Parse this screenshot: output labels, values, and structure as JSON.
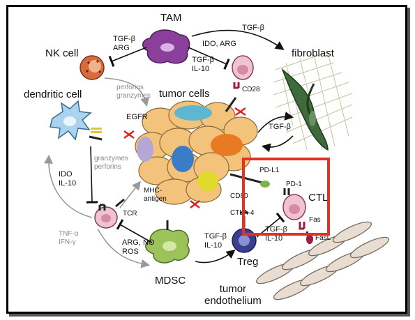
{
  "cells": {
    "tam": "TAM",
    "nk_cell": "NK cell",
    "dendritic_cell": "dendritic cell",
    "tumor_cells": "tumor cells",
    "fibroblast": "fibroblast",
    "ctl": "CTL",
    "treg": "Treg",
    "mdsc": "MDSC",
    "tumor_endothelium": "tumor\nendothelium"
  },
  "molecules": {
    "tgf_arg": "TGF-β\nARG",
    "tgf_top": "TGF-β",
    "ido_arg": "IDO, ARG",
    "tgf_il10_tam": "TGF-β\nIL-10",
    "cd28": "CD28",
    "perforins_granzymes": "perforins\ngranzymes",
    "egfr": "EGFR",
    "tgf_fibro": "TGF-β",
    "granzymes_perforins": "granzymes\nperforins",
    "ido_il10": "IDO\nIL-10",
    "mhc_antigen": "MHC-\nantigen",
    "tcr": "TCR",
    "pd_l1": "PD-L1",
    "pd_1": "PD-1",
    "cd80": "CD80",
    "ctla4": "CTLA-4",
    "fas": "Fas",
    "fasl": "FasL",
    "tnf_ifn": "TNF-α\nIFN-γ",
    "arg_no_ros": "ARG, NO\nROS",
    "tgf_il10_treg": "TGF-β\nIL-10",
    "tgf_il10_ctl": "TGF-β\nIL-10"
  },
  "colors": {
    "highlight": "#e53122",
    "tumor": "#f3c27b",
    "tam": "#8a3f9a",
    "nk": "#d96a3a",
    "dc": "#a9d3ef",
    "mdsc": "#9cc35a",
    "treg": "#3a3f8f",
    "tcell": "#f0c3d2",
    "fibroblast": "#3f6b3a"
  }
}
